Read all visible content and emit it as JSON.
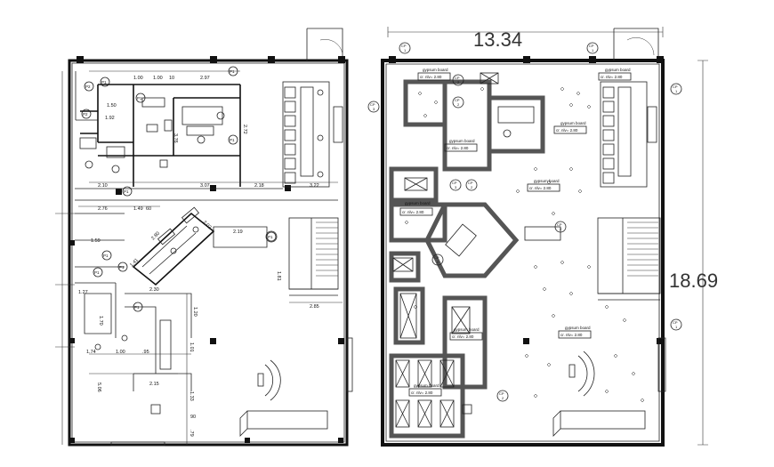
{
  "dims_overall": {
    "width": "13.34",
    "height": "18.69"
  },
  "left_plan_dims": {
    "d100a": "1.00",
    "d100b": "1.00",
    "d10": "10",
    "d297": "2.97",
    "d150": "1.50",
    "d192": "1.92",
    "d376": "3.76",
    "d272": "2.72",
    "d210": "2.10",
    "d307": "3.07",
    "d218": "2.18",
    "d322": "3.22",
    "d276": "2.76",
    "d149": "1.49",
    "d60": "60",
    "d202": "2.02",
    "d280": "2.80",
    "d219": "2.19",
    "d159": "1.59",
    "d141": "1.41",
    "d181": "1.81",
    "d230": "2.30",
    "d120": "1.20",
    "d285": "2.85",
    "d127": "1.27",
    "d170": "1.70",
    "d174": "1.74",
    "d100c": "1.00",
    "d95": ".95",
    "d215": "2.15",
    "d506": "5.06",
    "d101": "1.01",
    "d133": "1.33",
    "d79": ".79",
    "d90": "90"
  },
  "tags": {
    "p1": "P1",
    "p2": "P2",
    "cp": "CP",
    "one": "1",
    "two": "2",
    "three": "3"
  },
  "ceiling_labels": {
    "gypsum": "gypsum board",
    "level": "cr. nlv= 2.80"
  }
}
